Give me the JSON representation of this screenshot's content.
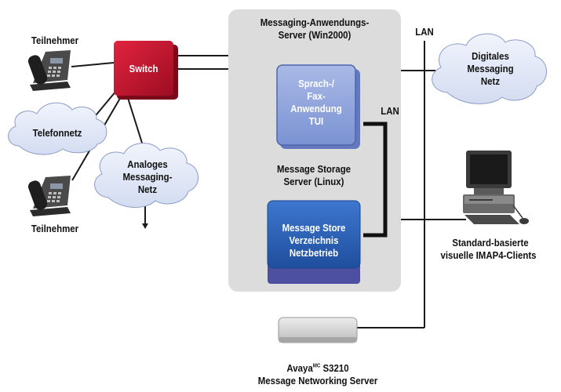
{
  "labels": {
    "app_server_line1": "Messaging-Anwendungs-",
    "app_server_line2": "Server (Win2000)",
    "lan_top": "LAN",
    "lan_mid": "LAN",
    "teilnehmer_top": "Teilnehmer",
    "teilnehmer_bottom": "Teilnehmer",
    "switch": "Switch",
    "telefonnetz": "Telefonnetz",
    "analoges_line1": "Analoges",
    "analoges_line2": "Messaging-",
    "analoges_line3": "Netz",
    "digitales_line1": "Digitales",
    "digitales_line2": "Messaging",
    "digitales_line3": "Netz",
    "sprach_line1": "Sprach-/",
    "sprach_line2": "Fax-",
    "sprach_line3": "Anwendung",
    "sprach_line4": "TUI",
    "storage_server_line1": "Message Storage",
    "storage_server_line2": "Server (Linux)",
    "store_line1": "Message Store",
    "store_line2": "Verzeichnis",
    "store_line3": "Netzbetrieb",
    "clients_line1": "Standard-basierte",
    "clients_line2": "visuelle IMAP4-Clients",
    "avaya_name": "Avaya",
    "avaya_sup": "MC",
    "avaya_model": " S3210",
    "networking_server": "Message Networking Server"
  },
  "colors": {
    "switch_fill": "#c8102e",
    "app_box_fill": "#8fa5dd",
    "store_box_fill": "#2b63b8",
    "server_panel": "#dcdcdc",
    "cloud_fill": "#e3e8f7",
    "network_server_fill": "#d4d4d4"
  },
  "icons": [
    "telephone-icon",
    "desktop-computer-icon"
  ]
}
